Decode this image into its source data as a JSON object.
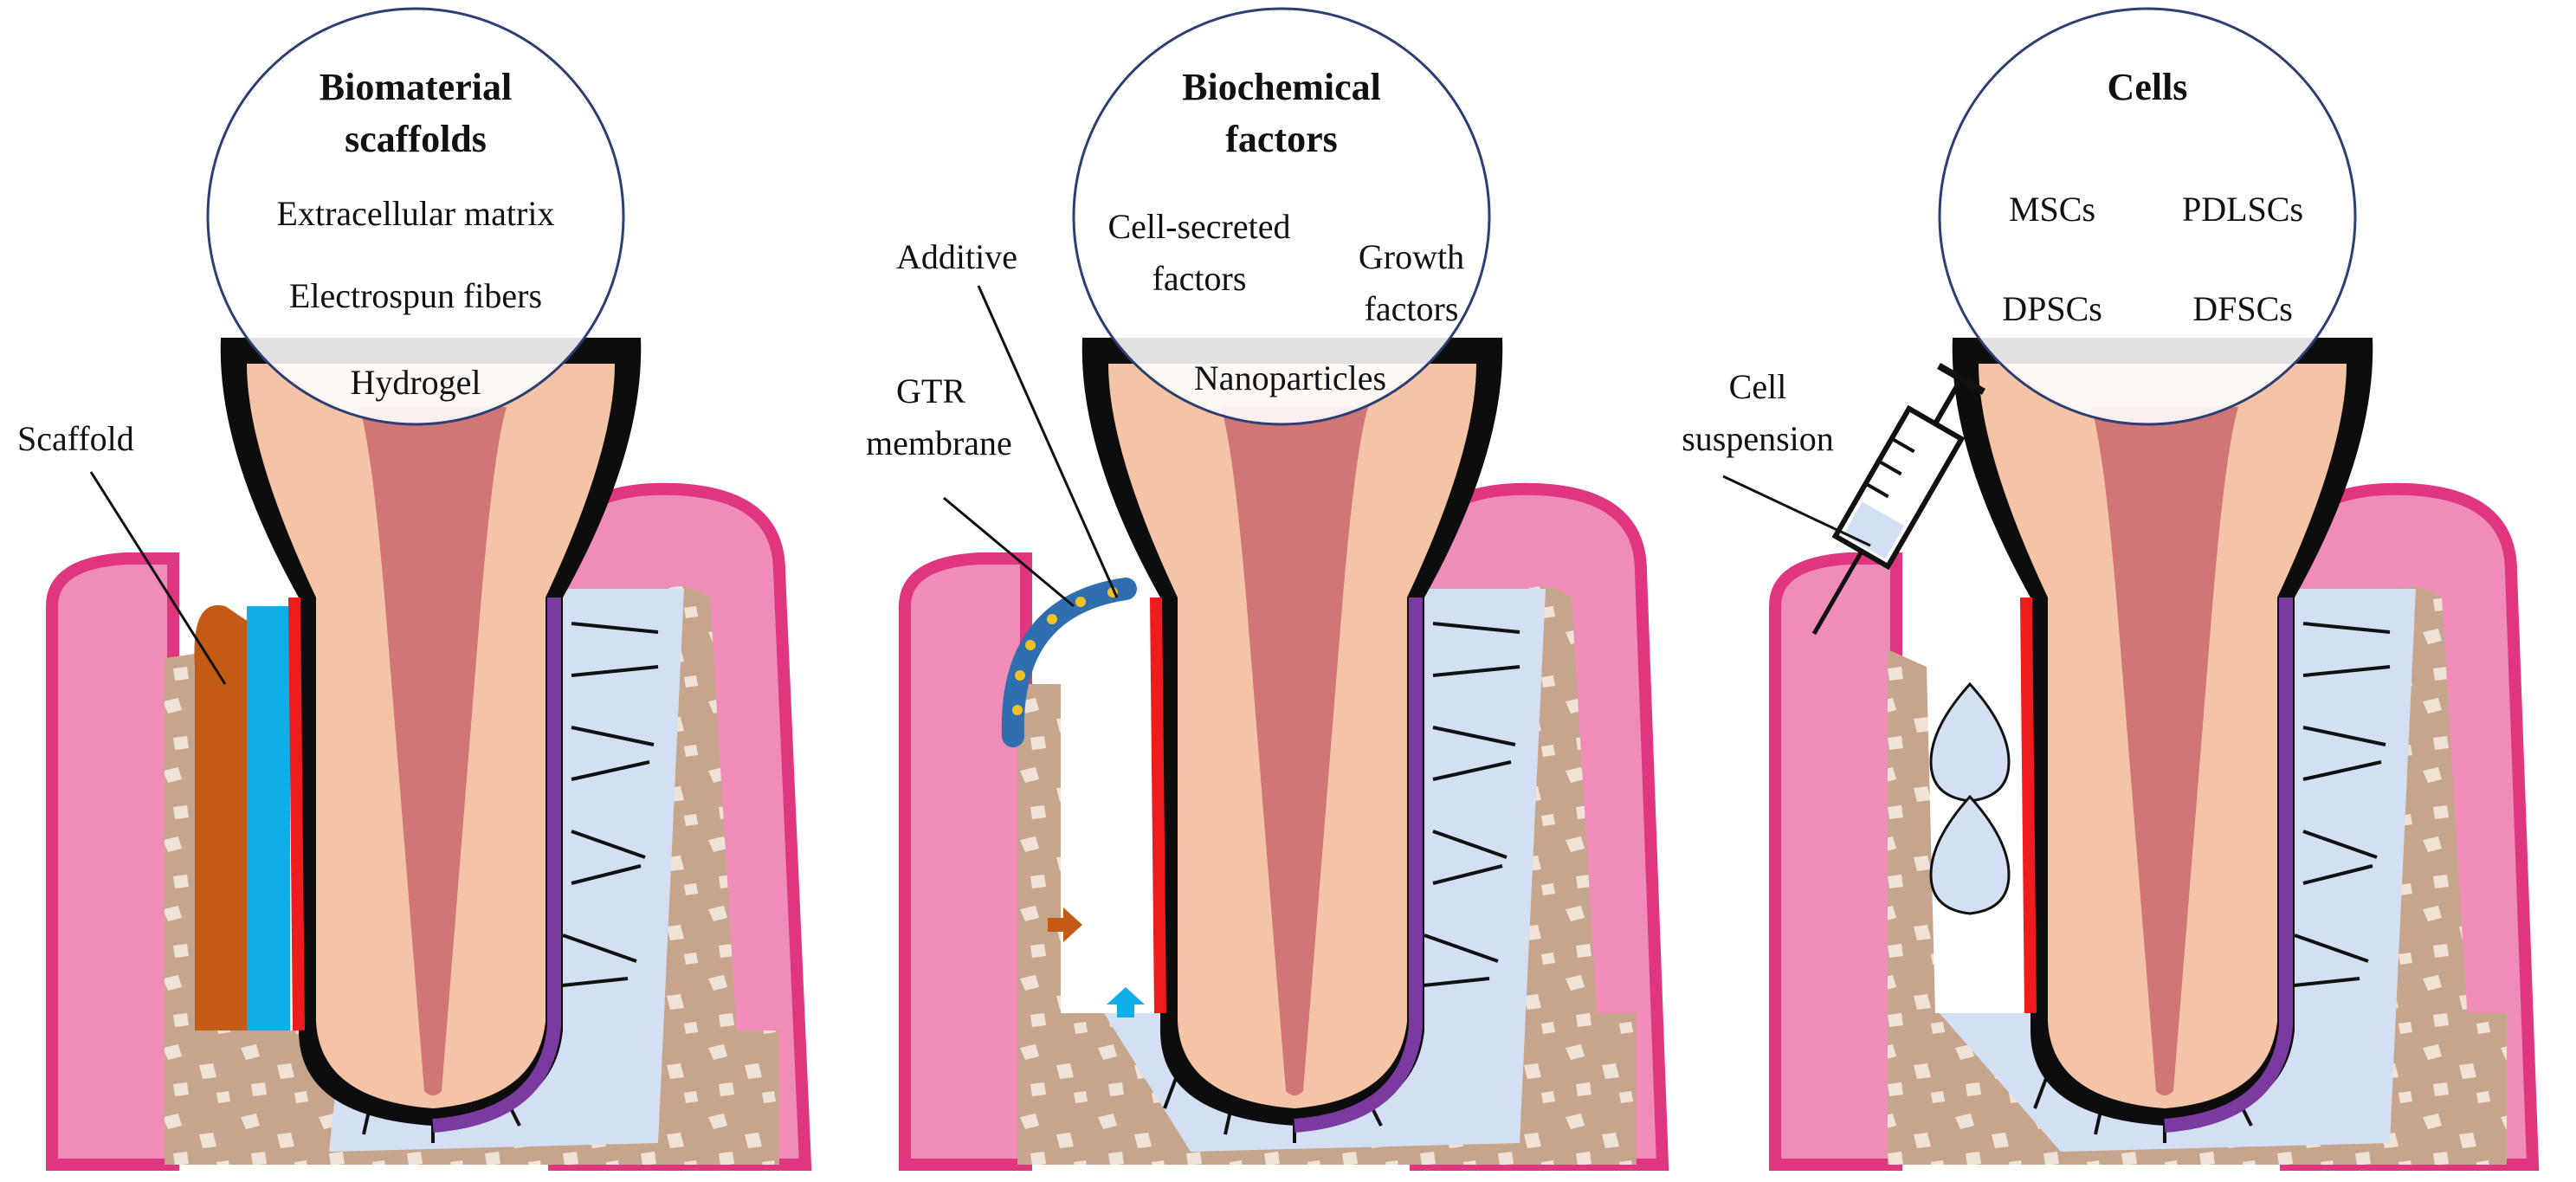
{
  "colors": {
    "gum": "#f08cb8",
    "gum_edge": "#e0367f",
    "bone": "#c6a58c",
    "bone_spot": "#efe2d6",
    "enamel": "#0d0d0d",
    "dentin": "#f5c4a6",
    "pulp": "#d07676",
    "cementum": "#7b3aa0",
    "pdl": "#d3dff3",
    "scaffold_brown": "#c35a16",
    "scaffold_blue": "#10aee8",
    "root_red": "#ee1c1c",
    "membrane": "#2f6fb0",
    "additive_dot": "#f2c125",
    "circle_stroke": "#2c3e73"
  },
  "panels": [
    {
      "title_lines": [
        "Biomaterial",
        "scaffolds"
      ],
      "items": [
        "Extracellular matrix",
        "Electrospun fibers",
        "Hydrogel"
      ],
      "callouts": [
        {
          "lines": [
            "Scaffold"
          ]
        }
      ]
    },
    {
      "title_lines": [
        "Biochemical",
        "factors"
      ],
      "items": [
        "Cell-secreted",
        "factors",
        "Growth",
        "factors",
        "Nanoparticles"
      ],
      "callouts": [
        {
          "lines": [
            "Additive"
          ]
        },
        {
          "lines": [
            "GTR",
            "membrane"
          ]
        }
      ]
    },
    {
      "title_lines": [
        "Cells"
      ],
      "items": [
        "MSCs",
        "PDLSCs",
        "DPSCs",
        "DFSCs"
      ],
      "callouts": [
        {
          "lines": [
            "Cell",
            "suspension"
          ]
        }
      ]
    }
  ]
}
